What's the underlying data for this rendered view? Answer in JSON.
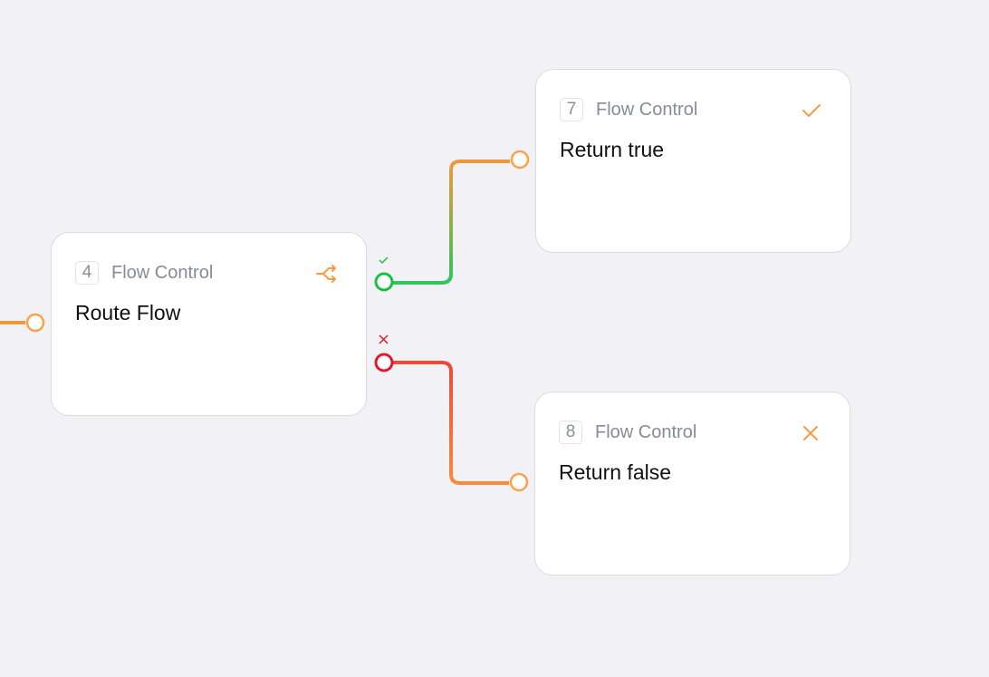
{
  "nodes": [
    {
      "id": "4",
      "category": "Flow Control",
      "title": "Route Flow",
      "icon": "route-split-icon"
    },
    {
      "id": "7",
      "category": "Flow Control",
      "title": "Return true",
      "icon": "check-icon"
    },
    {
      "id": "8",
      "category": "Flow Control",
      "title": "Return false",
      "icon": "x-icon"
    }
  ],
  "colors": {
    "accent": "#fb9a3c",
    "true": "#22c04a",
    "false": "#e0192e",
    "background": "#f2f2f6"
  }
}
